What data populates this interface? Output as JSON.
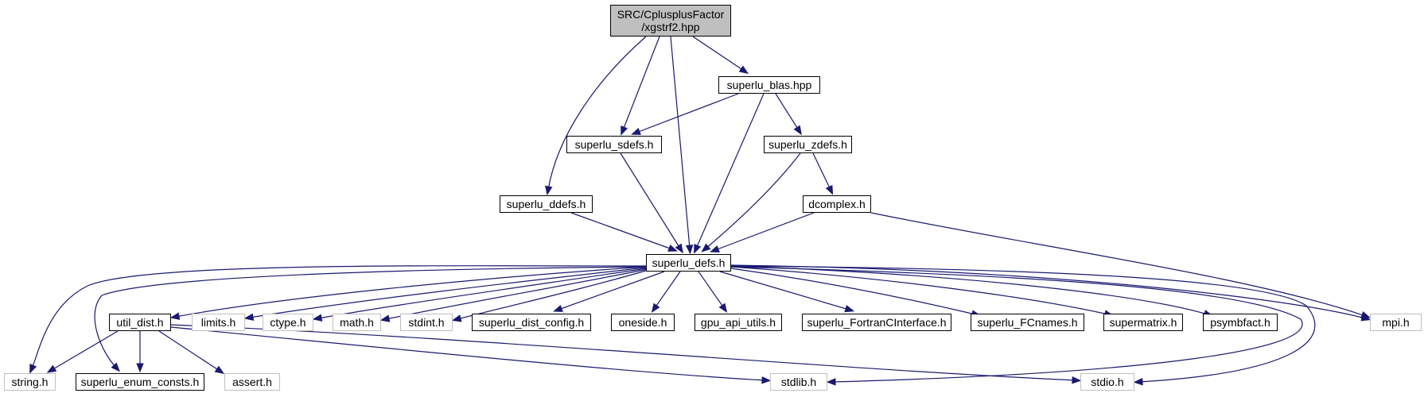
{
  "graph": {
    "edge_color": "#191970",
    "root_fill": "#bfbfbf",
    "external_border": "#bfbfbf",
    "nodes": {
      "root": {
        "line1": "SRC/CplusplusFactor",
        "line2": "/xgstrf2.hpp"
      },
      "superlu_blas": "superlu_blas.hpp",
      "superlu_sdefs": "superlu_sdefs.h",
      "superlu_zdefs": "superlu_zdefs.h",
      "superlu_ddefs": "superlu_ddefs.h",
      "dcomplex": "dcomplex.h",
      "superlu_defs": "superlu_defs.h",
      "util_dist": "util_dist.h",
      "limits": "limits.h",
      "ctype": "ctype.h",
      "math": "math.h",
      "stdint": "stdint.h",
      "superlu_dist_config": "superlu_dist_config.h",
      "oneside": "oneside.h",
      "gpu_api_utils": "gpu_api_utils.h",
      "superlu_FortranCInterface": "superlu_FortranCInterface.h",
      "superlu_FCnames": "superlu_FCnames.h",
      "supermatrix": "supermatrix.h",
      "psymbfact": "psymbfact.h",
      "mpi": "mpi.h",
      "string": "string.h",
      "superlu_enum_consts": "superlu_enum_consts.h",
      "assert": "assert.h",
      "stdlib": "stdlib.h",
      "stdio": "stdio.h"
    }
  }
}
